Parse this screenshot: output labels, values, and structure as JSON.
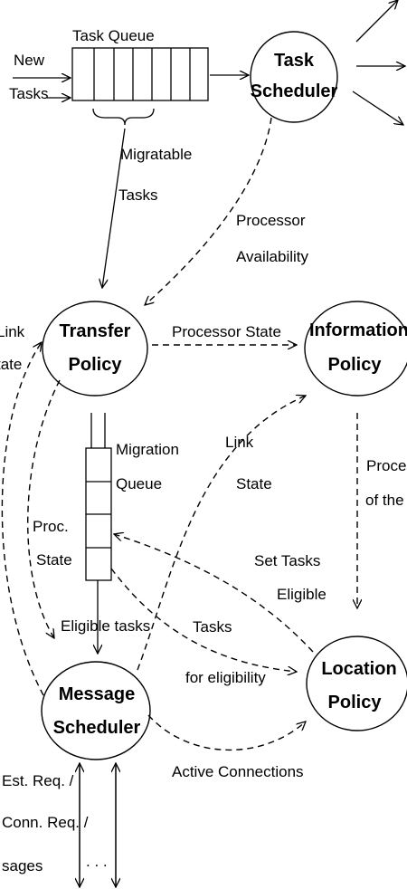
{
  "labels": {
    "task_queue": "Task Queue",
    "new": "New",
    "tasks": "Tasks",
    "migratable": "Migratable",
    "migratable_tasks": "Tasks",
    "processor": "Processor",
    "availability": "Availability",
    "link_left": "Link",
    "state_left": "tate",
    "processor_state": "Processor State",
    "migration": "Migration",
    "queue": "Queue",
    "link_mid": "Link",
    "state_mid": "State",
    "proc": "Proc.",
    "proc_state": "State",
    "proces_right": "Proces",
    "of_the_right": "of the c",
    "set_tasks": "Set Tasks",
    "eligible": "Eligible",
    "eligible_tasks": "Eligible tasks",
    "tasks_elig": "Tasks",
    "for_eligibility": "for eligibility",
    "active_connections": "Active Connections",
    "est_req": "Est. Req. /",
    "conn_req": "Conn. Req. /",
    "sages": "sages",
    "ellipsis": ". . ."
  },
  "nodes": {
    "task_scheduler": [
      "Task",
      "Scheduler"
    ],
    "transfer_policy": [
      "Transfer",
      "Policy"
    ],
    "information_policy": [
      "Information",
      "Policy"
    ],
    "message_scheduler": [
      "Message",
      "Scheduler"
    ],
    "location_policy": [
      "Location",
      "Policy"
    ]
  }
}
